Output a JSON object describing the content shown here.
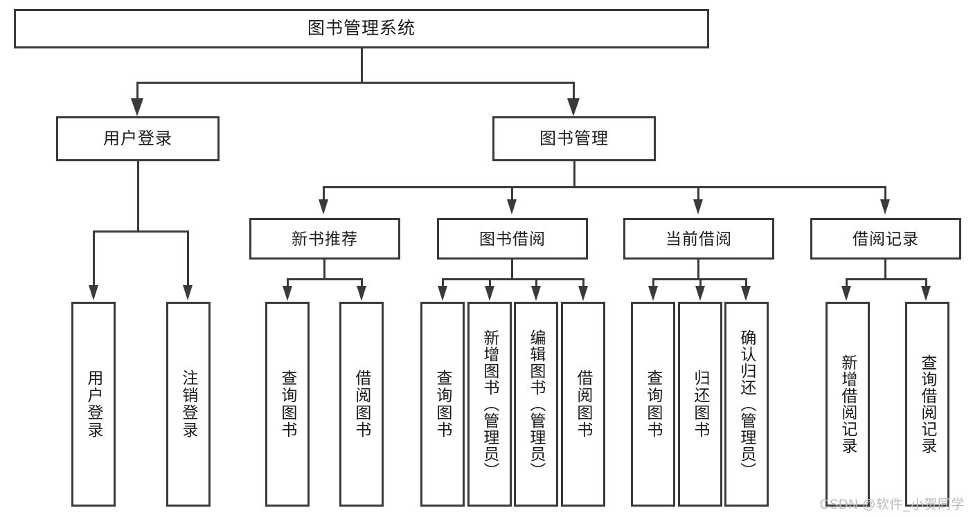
{
  "diagram": {
    "type": "tree",
    "title": "图书管理系统",
    "watermark": "CSDN @软件_小贺同学",
    "colors": {
      "stroke": "#3a3a3a",
      "fill": "#ffffff",
      "text": "#1a1a1a",
      "watermark": "#b9b9b9"
    },
    "root": {
      "label": "图书管理系统"
    },
    "level1": [
      {
        "label": "用户登录"
      },
      {
        "label": "图书管理"
      }
    ],
    "level2": [
      {
        "label": "新书推荐"
      },
      {
        "label": "图书借阅"
      },
      {
        "label": "当前借阅"
      },
      {
        "label": "借阅记录"
      }
    ],
    "leaves": {
      "user_login": [
        {
          "label": "用户登录"
        },
        {
          "label": "注销登录"
        }
      ],
      "new_books": [
        {
          "label": "查询图书"
        },
        {
          "label": "借阅图书"
        }
      ],
      "book_borrow": [
        {
          "label": "查询图书"
        },
        {
          "label": "新增图书（管理员）"
        },
        {
          "label": "编辑图书（管理员）"
        },
        {
          "label": "借阅图书"
        }
      ],
      "current_borrow": [
        {
          "label": "查询图书"
        },
        {
          "label": "归还图书"
        },
        {
          "label": "确认归还（管理员）"
        }
      ],
      "borrow_record": [
        {
          "label": "新增借阅记录"
        },
        {
          "label": "查询借阅记录"
        }
      ]
    }
  }
}
